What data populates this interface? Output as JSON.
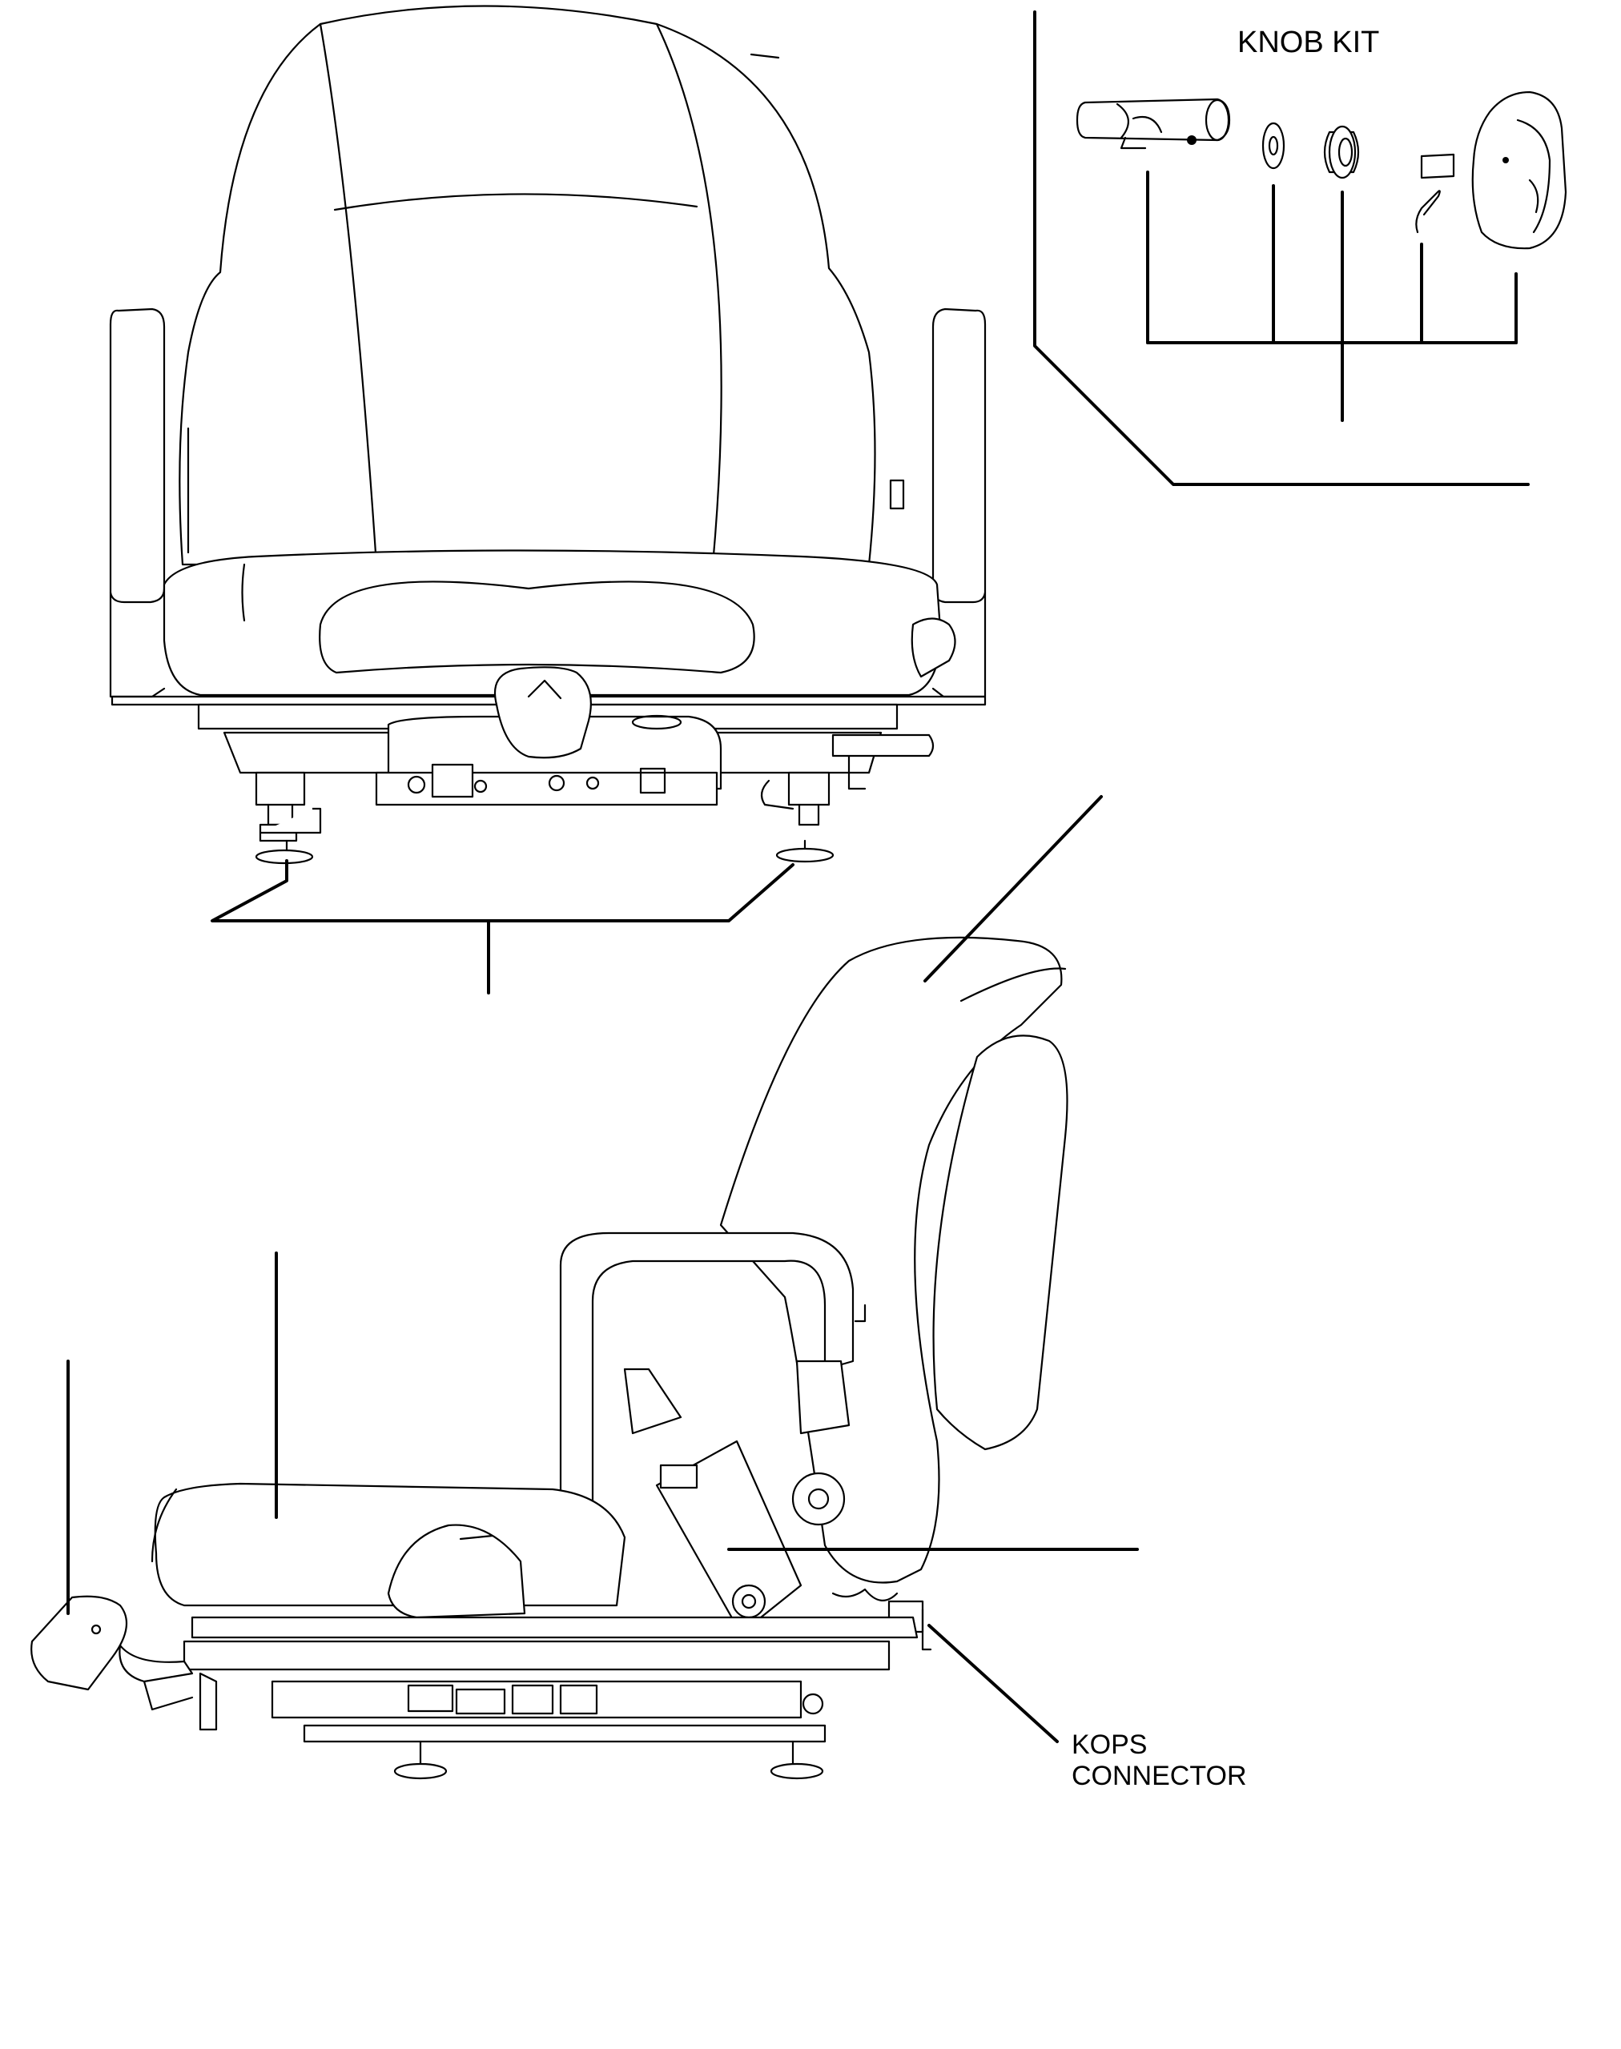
{
  "title": "KNOB KIT",
  "callouts": {
    "kops_line1": "KOPS",
    "kops_line2": "CONNECTOR"
  },
  "colors": {
    "ink": "#000000",
    "paper": "#ffffff"
  }
}
